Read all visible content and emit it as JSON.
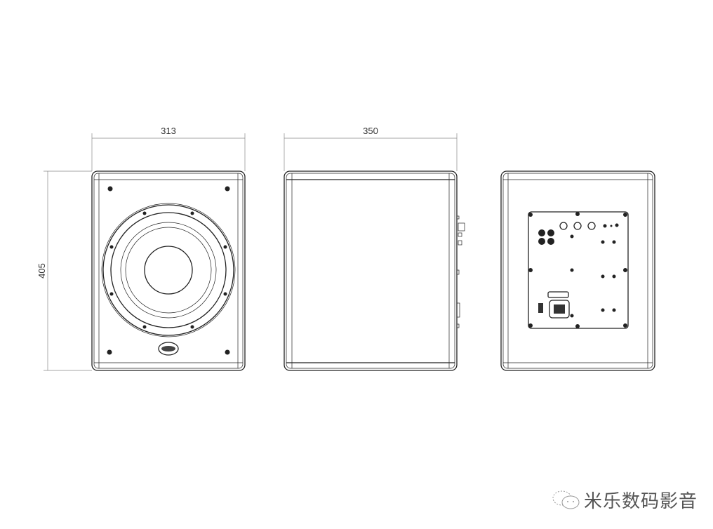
{
  "dimensions": {
    "width": "313",
    "depth": "350",
    "height": "405"
  },
  "watermark": {
    "text": "米乐数码影音"
  }
}
